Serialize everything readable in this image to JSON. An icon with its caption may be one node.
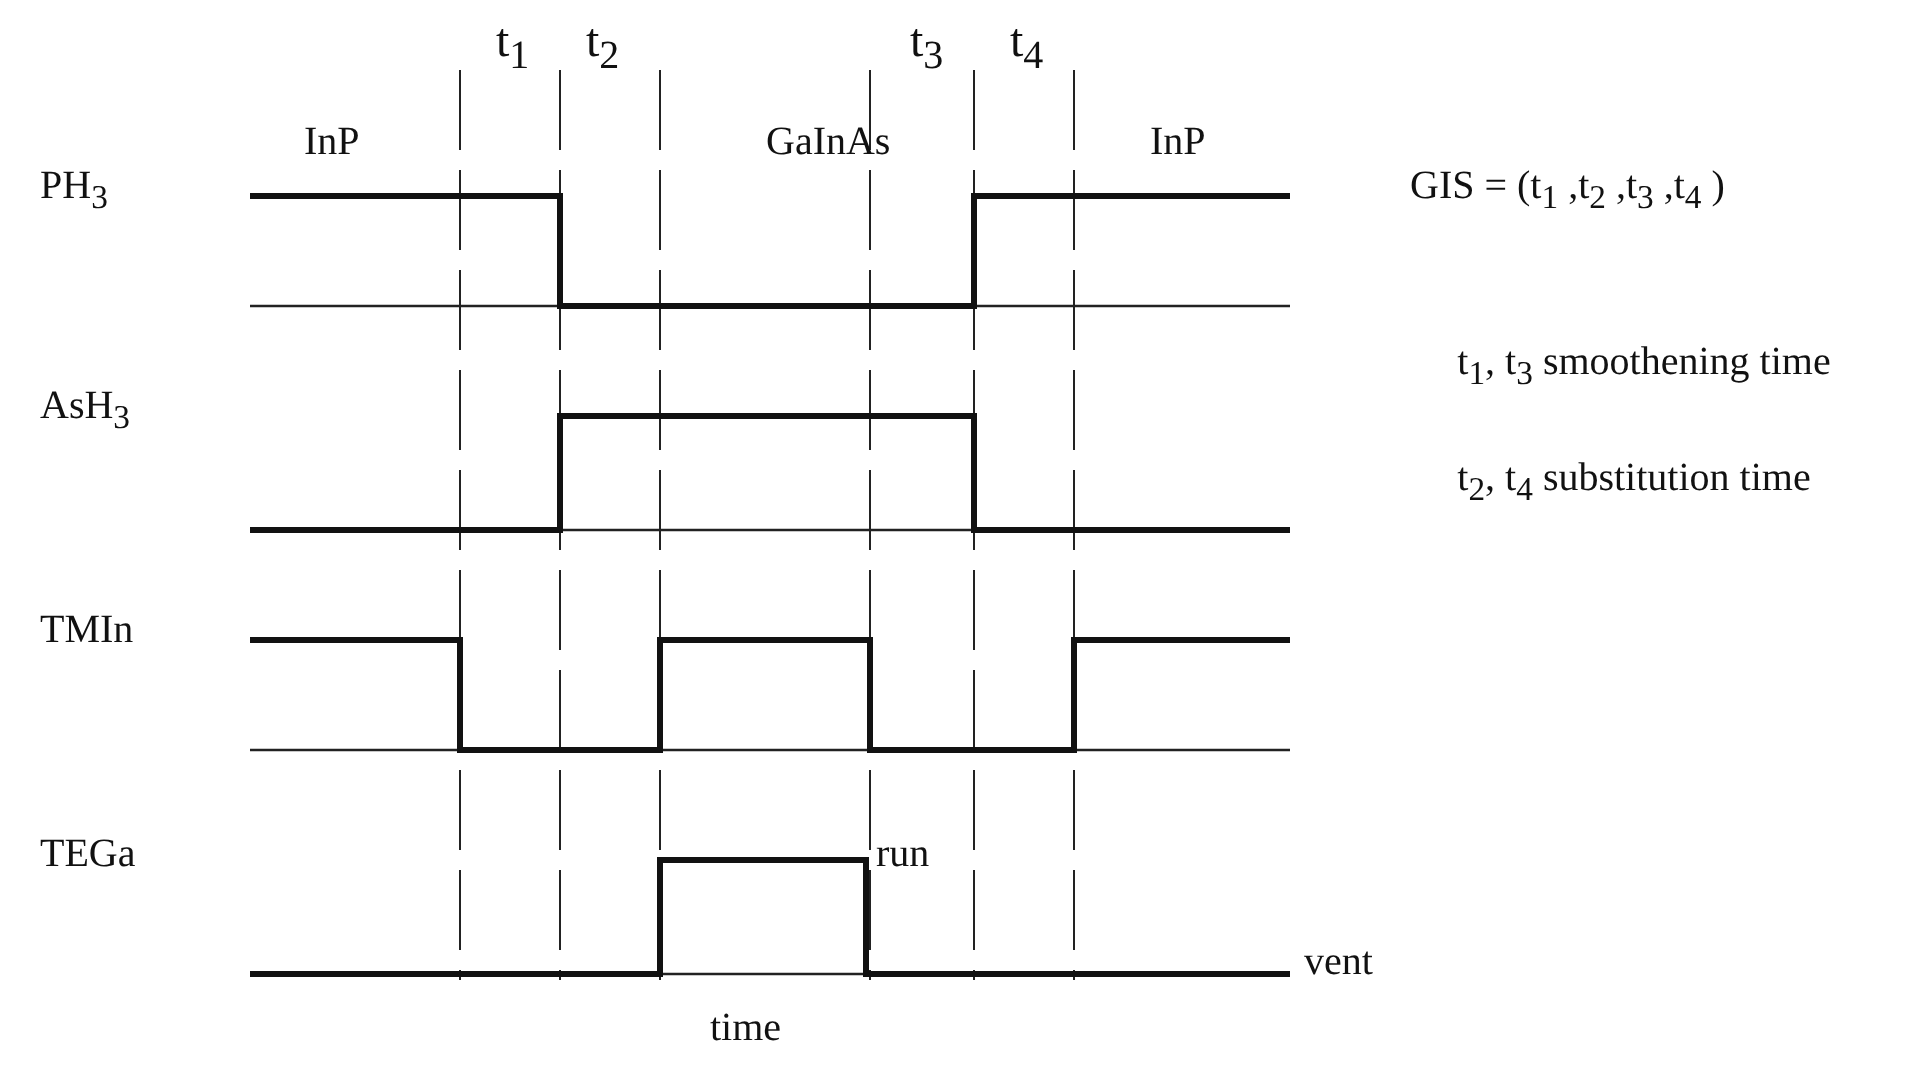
{
  "diagram": {
    "labels": [
      "t$_{1}$",
      "t$_{2}$",
      "t$_{3}$",
      "t$_{4}$",
      "InP",
      "GaInAs",
      "InP",
      "PH$_{3}$",
      "GIS = (t$_{1}$ ,t$_{2}$ ,t$_{3}$ ,t$_{4}$ )",
      "AsH$_{3}$",
      "t$_{1}$, t$_{3}$ smoothening time",
      "TMIn",
      "t$_{2}$, t$_{4}$ substitution time",
      "TEGa",
      "run",
      "vent",
      "time"
    ]
  }
}
